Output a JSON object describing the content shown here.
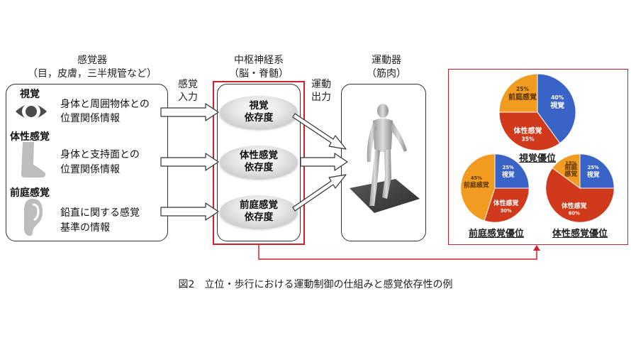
{
  "sensors": {
    "title": "感覚器",
    "subtitle": "（目，皮膚，三半規管など）",
    "items": [
      {
        "name": "視覚",
        "desc1": "身体と周囲物体との",
        "desc2": "位置関係情報"
      },
      {
        "name": "体性感覚",
        "desc1": "身体と支持面との",
        "desc2": "位置関係情報"
      },
      {
        "name": "前庭感覚",
        "desc1": "鉛直に関する感覚",
        "desc2": "基準の情報"
      }
    ]
  },
  "input_label": {
    "line1": "感覚",
    "line2": "入力"
  },
  "cns": {
    "title": "中枢神経系",
    "subtitle": "（脳・脊髄）",
    "nodes": [
      {
        "line1": "視覚",
        "line2": "依存度"
      },
      {
        "line1": "体性感覚",
        "line2": "依存度"
      },
      {
        "line1": "前庭感覚",
        "line2": "依存度"
      }
    ]
  },
  "output_label": {
    "line1": "運動",
    "line2": "出力"
  },
  "motor": {
    "title": "運動器",
    "subtitle": "（筋肉）"
  },
  "colors": {
    "visual": "#3a63c8",
    "somatosensory": "#d0391c",
    "vestibular": "#f29b21",
    "highlight": "#d0212b"
  },
  "pies": [
    {
      "title": "視覚優位",
      "slices": [
        {
          "label": "視覚",
          "pct": "40%",
          "value": 40
        },
        {
          "label": "体性感覚",
          "pct": "35%",
          "value": 35
        },
        {
          "label": "前庭感覚",
          "pct": "25%",
          "value": 25
        }
      ]
    },
    {
      "title": "前庭感覚優位",
      "slices": [
        {
          "label": "視覚",
          "pct": "25%",
          "value": 25
        },
        {
          "label": "体性感覚",
          "pct": "30%",
          "value": 30
        },
        {
          "label": "前庭感覚",
          "pct": "45%",
          "value": 45
        }
      ]
    },
    {
      "title": "体性感覚優位",
      "slices": [
        {
          "label": "視覚",
          "pct": "25%",
          "value": 25
        },
        {
          "label": "体性感覚",
          "pct": "60%",
          "value": 60
        },
        {
          "label": "前庭\n感覚",
          "pct": "15%",
          "value": 15
        }
      ]
    }
  ],
  "caption": "図2　立位・歩行における運動制御の仕組みと感覚依存性の例"
}
